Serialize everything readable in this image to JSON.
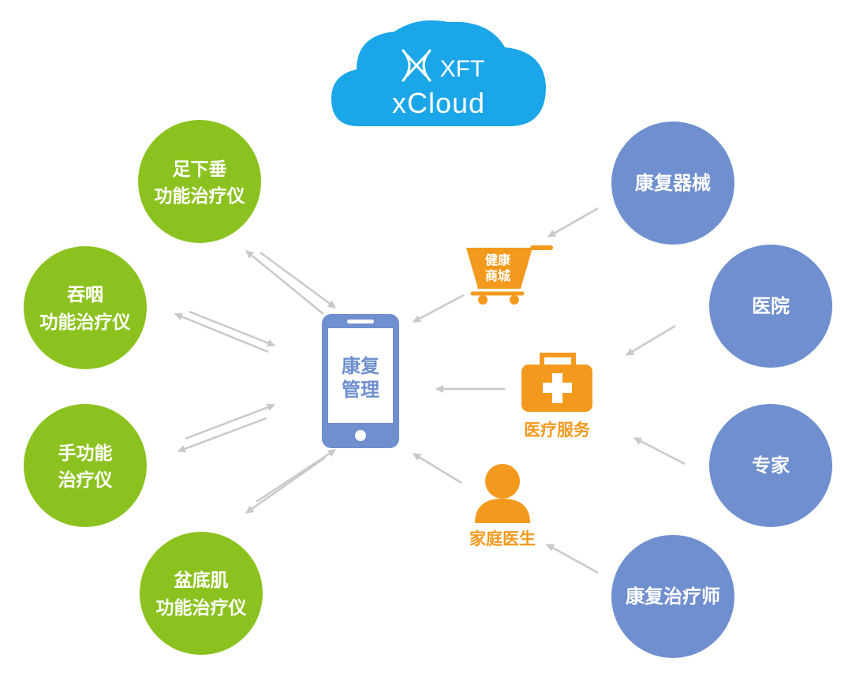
{
  "cloud": {
    "brand": "XFT",
    "name": "xCloud"
  },
  "phone": {
    "line1": "康复",
    "line2": "管理"
  },
  "devices": [
    {
      "line1": "足下垂",
      "line2": "功能治疗仪"
    },
    {
      "line1": "吞咽",
      "line2": "功能治疗仪"
    },
    {
      "line1": "手功能",
      "line2": "治疗仪"
    },
    {
      "line1": "盆底肌",
      "line2": "功能治疗仪"
    }
  ],
  "sources": [
    {
      "label": "康复器械"
    },
    {
      "label": "医院"
    },
    {
      "label": "专家"
    },
    {
      "label": "康复治疗师"
    }
  ],
  "services": {
    "cart": {
      "line1": "健康",
      "line2": "商城"
    },
    "medical": {
      "label": "医疗服务"
    },
    "doctor": {
      "label": "家庭医生"
    }
  },
  "colors": {
    "green": "#8cc21f",
    "blue": "#6f8fcf",
    "orange": "#f39a1e",
    "cloud": "#1aa6e8",
    "arrow": "#c9c9c9"
  }
}
